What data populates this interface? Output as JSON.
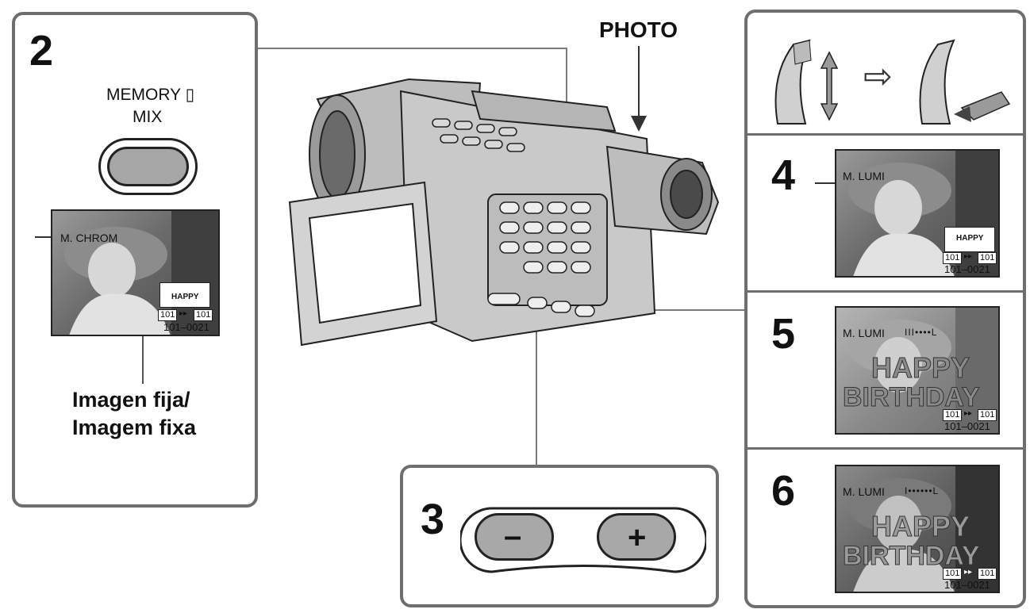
{
  "photo_label": "PHOTO",
  "panel_left": {
    "step": "2",
    "button_label_line1": "MEMORY ▯",
    "button_label_line2": "MIX",
    "screen": {
      "mode": "M. CHROM",
      "overlay_text": "HAPPY",
      "counter_left": "101",
      "counter_right": "101",
      "file_no": "101–0021"
    },
    "caption_line1": "Imagen fija/",
    "caption_line2": "Imagem fixa"
  },
  "panel_bottom": {
    "step": "3",
    "minus_label": "–",
    "plus_label": "+"
  },
  "panel_right": {
    "dial_arrow": "⇨",
    "steps": [
      {
        "step": "4",
        "mode": "M. LUMI",
        "level": "",
        "overlay_text": "HAPPY",
        "big_line1": "",
        "big_line2": "",
        "counter_left": "101",
        "counter_right": "101",
        "file_no": "101–0021"
      },
      {
        "step": "5",
        "mode": "M. LUMI",
        "level": "III••••L",
        "overlay_text": "",
        "big_line1": "HAPPY",
        "big_line2": "BIRTHDAY",
        "counter_left": "101",
        "counter_right": "101",
        "file_no": "101–0021"
      },
      {
        "step": "6",
        "mode": "M. LUMI",
        "level": "I••••••L",
        "overlay_text": "",
        "big_line1": "HAPPY",
        "big_line2": "BIRTHDAY",
        "counter_left": "101",
        "counter_right": "101",
        "file_no": "101–0021"
      }
    ]
  }
}
